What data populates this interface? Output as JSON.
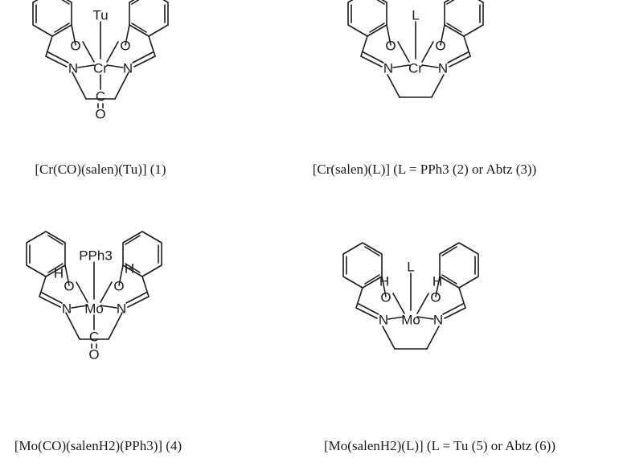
{
  "structures": [
    {
      "id": "complex-1",
      "metal": "Cr",
      "axial_top": "Tu",
      "axial_bottom_c": "C",
      "axial_bottom_o": "O",
      "phenol_h_left": "",
      "phenol_h_right": "",
      "caption": "[Cr(CO)(salen)(Tu)] (1)"
    },
    {
      "id": "complex-2-3",
      "metal": "Cr",
      "axial_top": "L",
      "axial_bottom_c": "",
      "axial_bottom_o": "",
      "phenol_h_left": "",
      "phenol_h_right": "",
      "caption": "[Cr(salen)(L)] (L = PPh3 (2) or Abtz (3))"
    },
    {
      "id": "complex-4",
      "metal": "Mo",
      "axial_top": "PPh3",
      "axial_bottom_c": "C",
      "axial_bottom_o": "O",
      "phenol_h_left": "H",
      "phenol_h_right": "H",
      "caption": "[Mo(CO)(salenH2)(PPh3)] (4)"
    },
    {
      "id": "complex-5-6",
      "metal": "Mo",
      "axial_top": "L",
      "axial_bottom_c": "",
      "axial_bottom_o": "",
      "phenol_h_left": "H",
      "phenol_h_right": "H",
      "caption": "[Mo(salenH2)(L)] (L = Tu (5) or Abtz (6))"
    }
  ],
  "atoms": {
    "oxygen": "O",
    "nitrogen": "N"
  }
}
